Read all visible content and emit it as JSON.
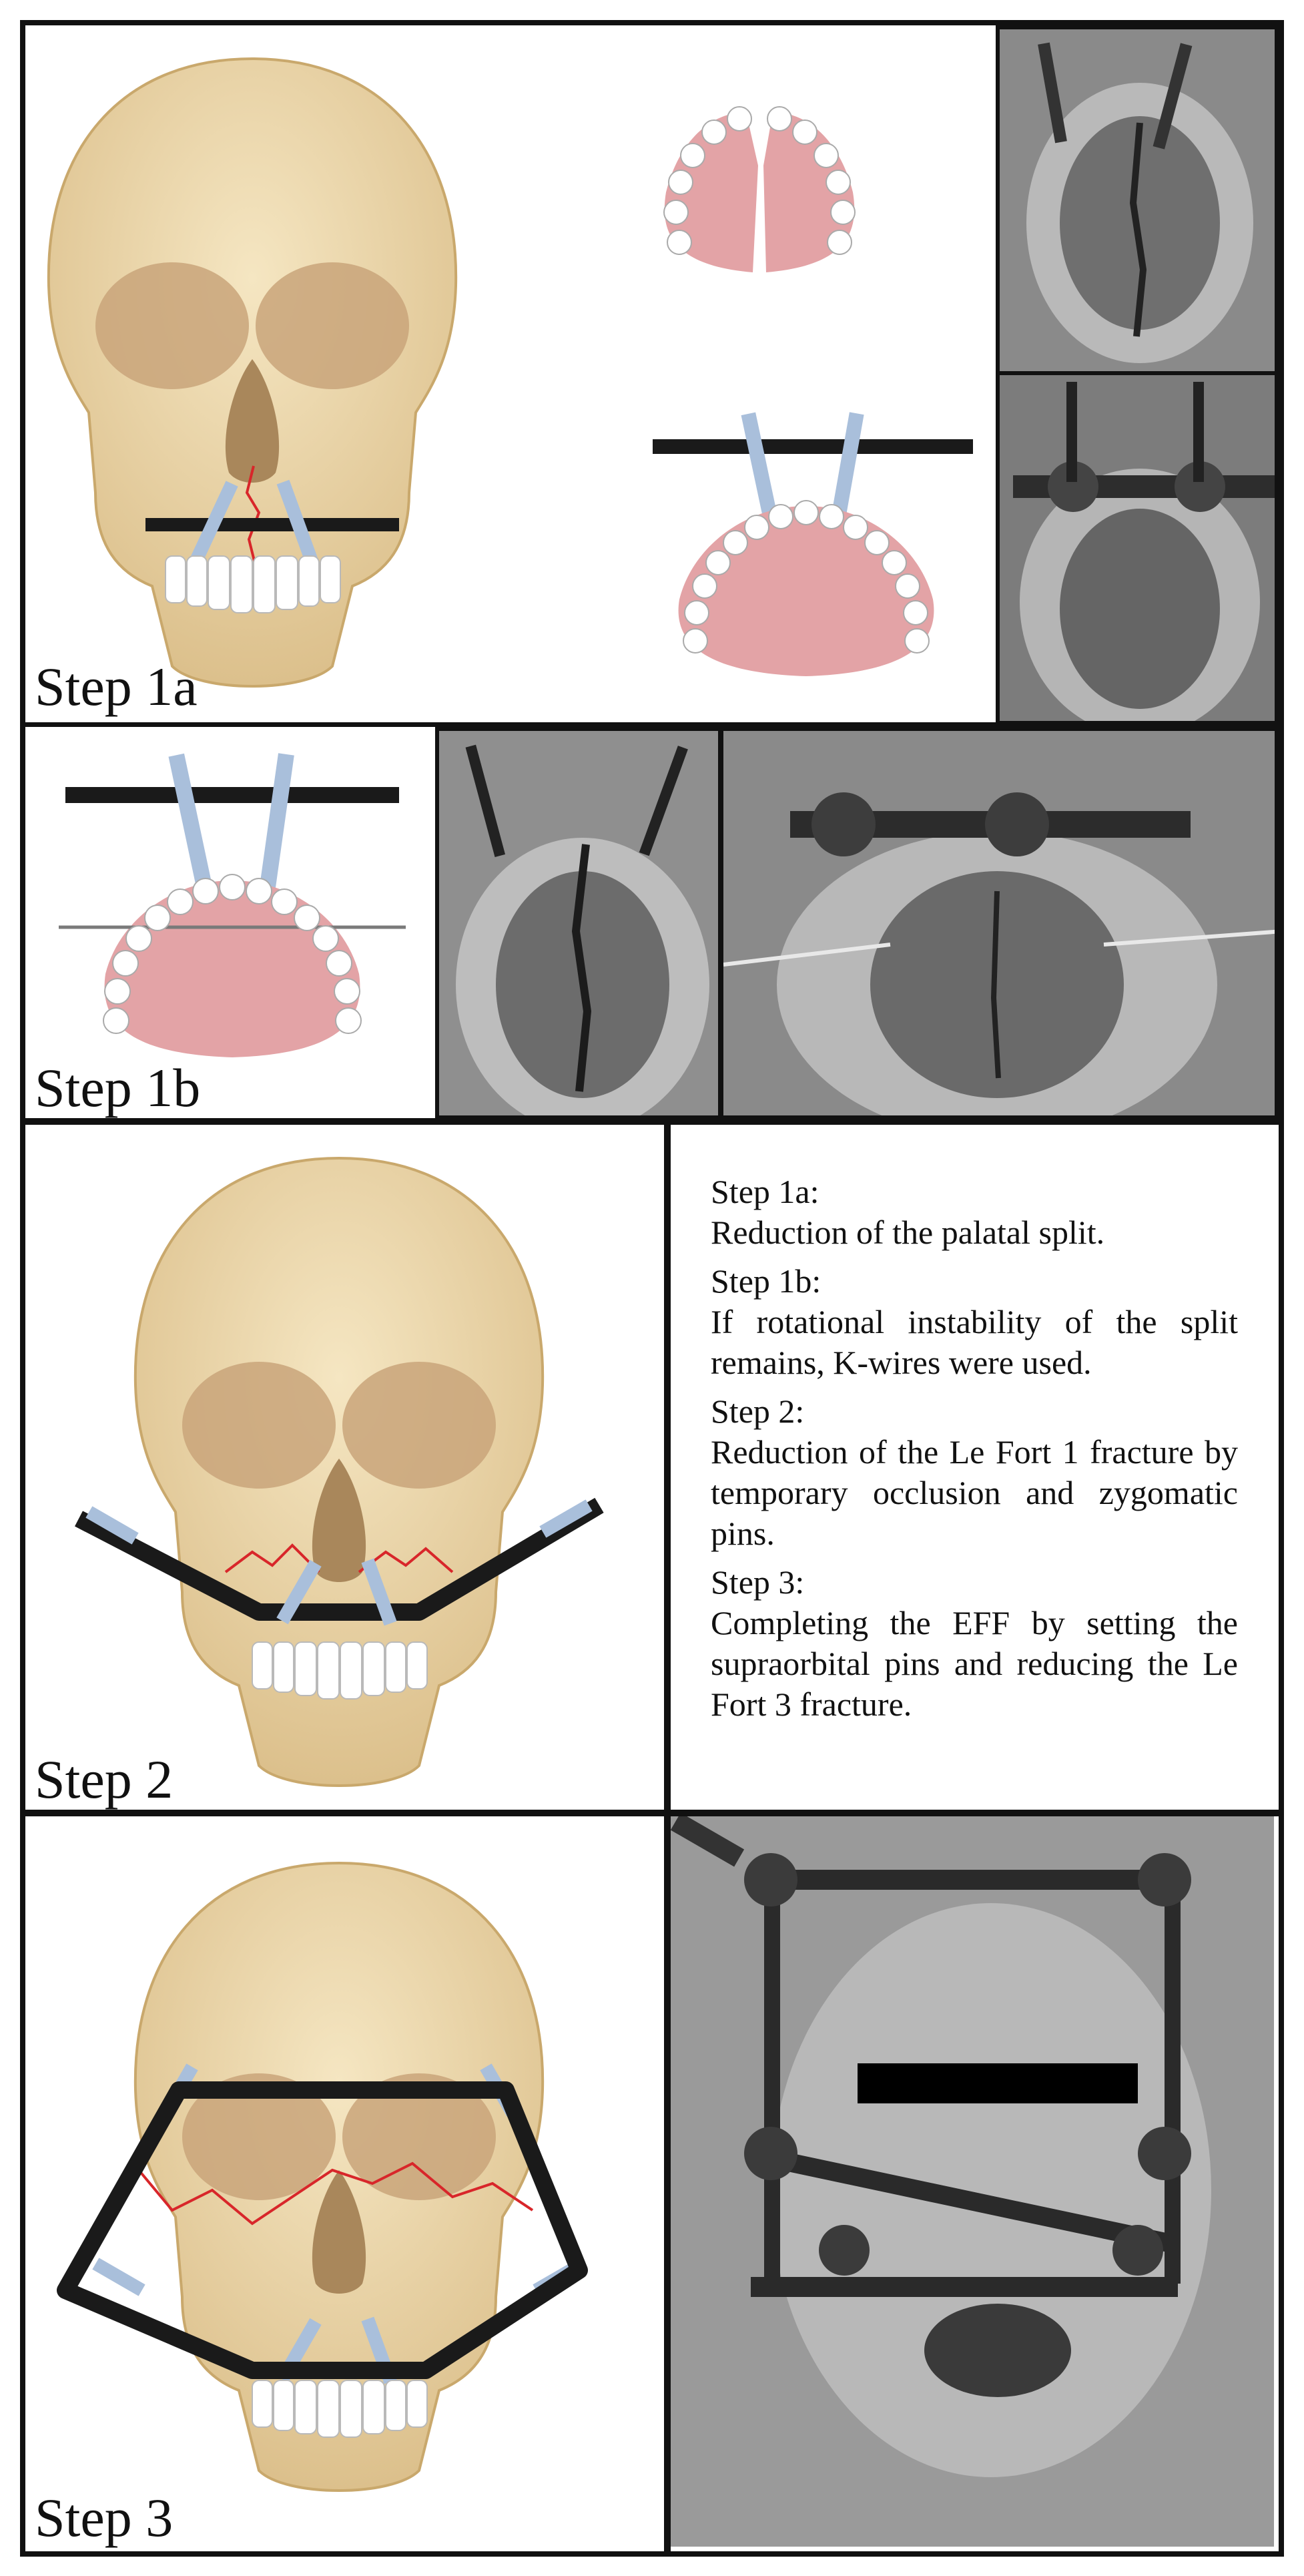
{
  "panels": {
    "step1a": {
      "label": "Step 1a"
    },
    "step1b": {
      "label": "Step 1b"
    },
    "step2": {
      "label": "Step 2"
    },
    "step3": {
      "label": "Step 3"
    }
  },
  "caption": {
    "items": [
      {
        "heading": "Step 1a:",
        "text": "Reduction of the palatal split."
      },
      {
        "heading": "Step 1b:",
        "text": "If rotational instability of the split remains, K-wires were used."
      },
      {
        "heading": "Step 2:",
        "text": "Reduction of the Le Fort 1 fracture by temporary occlusion and zygomatic pins."
      },
      {
        "heading": "Step 3:",
        "text": "Completing the EFF by setting the supraorbital pins and reducing the Le Fort 3 fracture."
      }
    ]
  },
  "colors": {
    "bone": "#f0dcb0",
    "bone_shadow": "#d9bd86",
    "orbit": "#c7a57a",
    "gum": "#e3a3a6",
    "tooth": "#ffffff",
    "pin": "#a9bfdb",
    "bar": "#1a1a1a",
    "fracture": "#d8262a"
  }
}
